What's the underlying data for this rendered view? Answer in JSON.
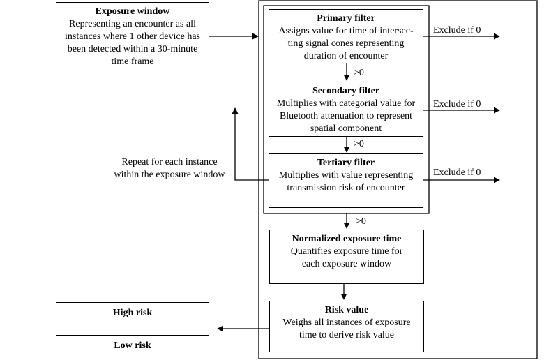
{
  "boxes": {
    "exposure_window": {
      "title": "Exposure window",
      "body": [
        "Representing an encounter as all",
        "instances where 1 other device has",
        "been detected within a 30-minute",
        "time frame"
      ]
    },
    "primary_filter": {
      "title": "Primary filter",
      "body": [
        "Assigns value for time of intersec-",
        "ting signal cones representing",
        "duration of encounter"
      ]
    },
    "secondary_filter": {
      "title": "Secondary filter",
      "body": [
        "Multiplies with categorial value for",
        "Bluetooth attenuation to represent",
        "spatial component"
      ]
    },
    "tertiary_filter": {
      "title": "Tertiary filter",
      "body": [
        "Multiplies with value representing",
        "transmission risk of encounter"
      ]
    },
    "normalized_exposure_time": {
      "title": "Normalized exposure time",
      "body": [
        "Quantifies exposure time for",
        "each exposure window"
      ]
    },
    "risk_value": {
      "title": "Risk value",
      "body": [
        "Weighs all instances of exposure",
        "time to derive risk value"
      ]
    },
    "high_risk": {
      "title": "High risk"
    },
    "low_risk": {
      "title": "Low risk"
    }
  },
  "edge_labels": {
    "exclude_primary": "Exclude if 0",
    "exclude_secondary": "Exclude if 0",
    "exclude_tertiary": "Exclude if 0",
    "gt0_1": ">0",
    "gt0_2": ">0",
    "gt0_3": ">0"
  },
  "loop_label": [
    "Repeat for each instance",
    "within the exposure window"
  ]
}
